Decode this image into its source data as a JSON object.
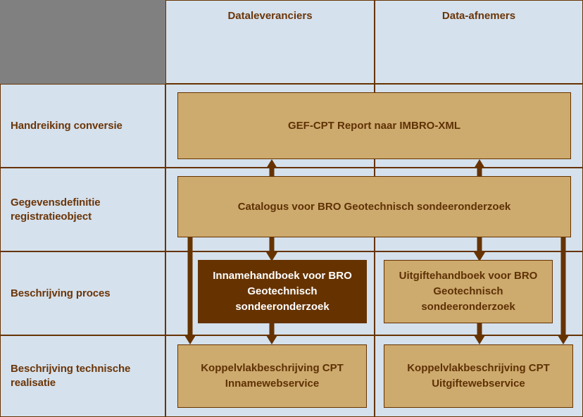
{
  "diagram": {
    "title_note": "",
    "colors": {
      "background": "#d5e1ed",
      "grid_line": "#663300",
      "corner_block": "#808080",
      "box_fill": "#cdaa6d",
      "box_fill_highlight": "#663300",
      "box_text": "#5e3106",
      "box_text_highlight": "#ffffff",
      "arrow": "#663300"
    },
    "columns": [
      {
        "id": "col-dataleveranciers",
        "label": "Dataleveranciers"
      },
      {
        "id": "col-data-afnemers",
        "label": "Data-afnemers"
      }
    ],
    "rows": [
      {
        "id": "row-handreiking-conversie",
        "label": "Handreiking conversie"
      },
      {
        "id": "row-gegevensdefinitie",
        "label": "Gegevensdefinitie registratieobject"
      },
      {
        "id": "row-beschrijving-proces",
        "label": "Beschrijving proces"
      },
      {
        "id": "row-beschrijving-technische-realisatie",
        "label": "Beschrijving technische realisatie"
      }
    ],
    "boxes": [
      {
        "id": "box-gef-cpt-report",
        "label": "GEF-CPT Report naar IMBRO-XML",
        "row": "row-handreiking-conversie",
        "span": "both-columns",
        "highlight": false
      },
      {
        "id": "box-catalogus",
        "label": "Catalogus voor BRO Geotechnisch sondeeronderzoek",
        "row": "row-gegevensdefinitie",
        "span": "both-columns",
        "highlight": false
      },
      {
        "id": "box-innamehandboek",
        "label": "Innamehandboek voor BRO Geotechnisch sondeeronderzoek",
        "row": "row-beschrijving-proces",
        "span": "col-dataleveranciers",
        "highlight": true
      },
      {
        "id": "box-uitgiftehandboek",
        "label": "Uitgiftehandboek voor BRO Geotechnisch sondeeronderzoek",
        "row": "row-beschrijving-proces",
        "span": "col-data-afnemers",
        "highlight": false
      },
      {
        "id": "box-koppelvlak-inname",
        "label": "Koppelvlakbeschrijving CPT Innamewebservice",
        "row": "row-beschrijving-technische-realisatie",
        "span": "col-dataleveranciers",
        "highlight": false
      },
      {
        "id": "box-koppelvlak-uitgifte",
        "label": "Koppelvlakbeschrijving CPT Uitgiftewebservice",
        "row": "row-beschrijving-technische-realisatie",
        "span": "col-data-afnemers",
        "highlight": false
      }
    ],
    "arrows": [
      {
        "id": "arrow-catalogus-to-gef-cpt-left",
        "from": "box-catalogus",
        "to": "box-gef-cpt-report",
        "direction": "up"
      },
      {
        "id": "arrow-catalogus-to-gef-cpt-right",
        "from": "box-catalogus",
        "to": "box-gef-cpt-report",
        "direction": "up"
      },
      {
        "id": "arrow-catalogus-to-innamehandboek",
        "from": "box-catalogus",
        "to": "box-innamehandboek",
        "direction": "down"
      },
      {
        "id": "arrow-catalogus-to-uitgiftehandboek",
        "from": "box-catalogus",
        "to": "box-uitgiftehandboek",
        "direction": "down"
      },
      {
        "id": "arrow-catalogus-to-koppelvlak-inname-bypass",
        "from": "box-catalogus",
        "to": "box-koppelvlak-inname",
        "direction": "down"
      },
      {
        "id": "arrow-catalogus-to-koppelvlak-uitgifte-bypass",
        "from": "box-catalogus",
        "to": "box-koppelvlak-uitgifte",
        "direction": "down"
      },
      {
        "id": "arrow-innamehandboek-to-koppelvlak-inname",
        "from": "box-innamehandboek",
        "to": "box-koppelvlak-inname",
        "direction": "down"
      },
      {
        "id": "arrow-uitgiftehandboek-to-koppelvlak-uitgifte",
        "from": "box-uitgiftehandboek",
        "to": "box-koppelvlak-uitgifte",
        "direction": "down"
      }
    ]
  }
}
